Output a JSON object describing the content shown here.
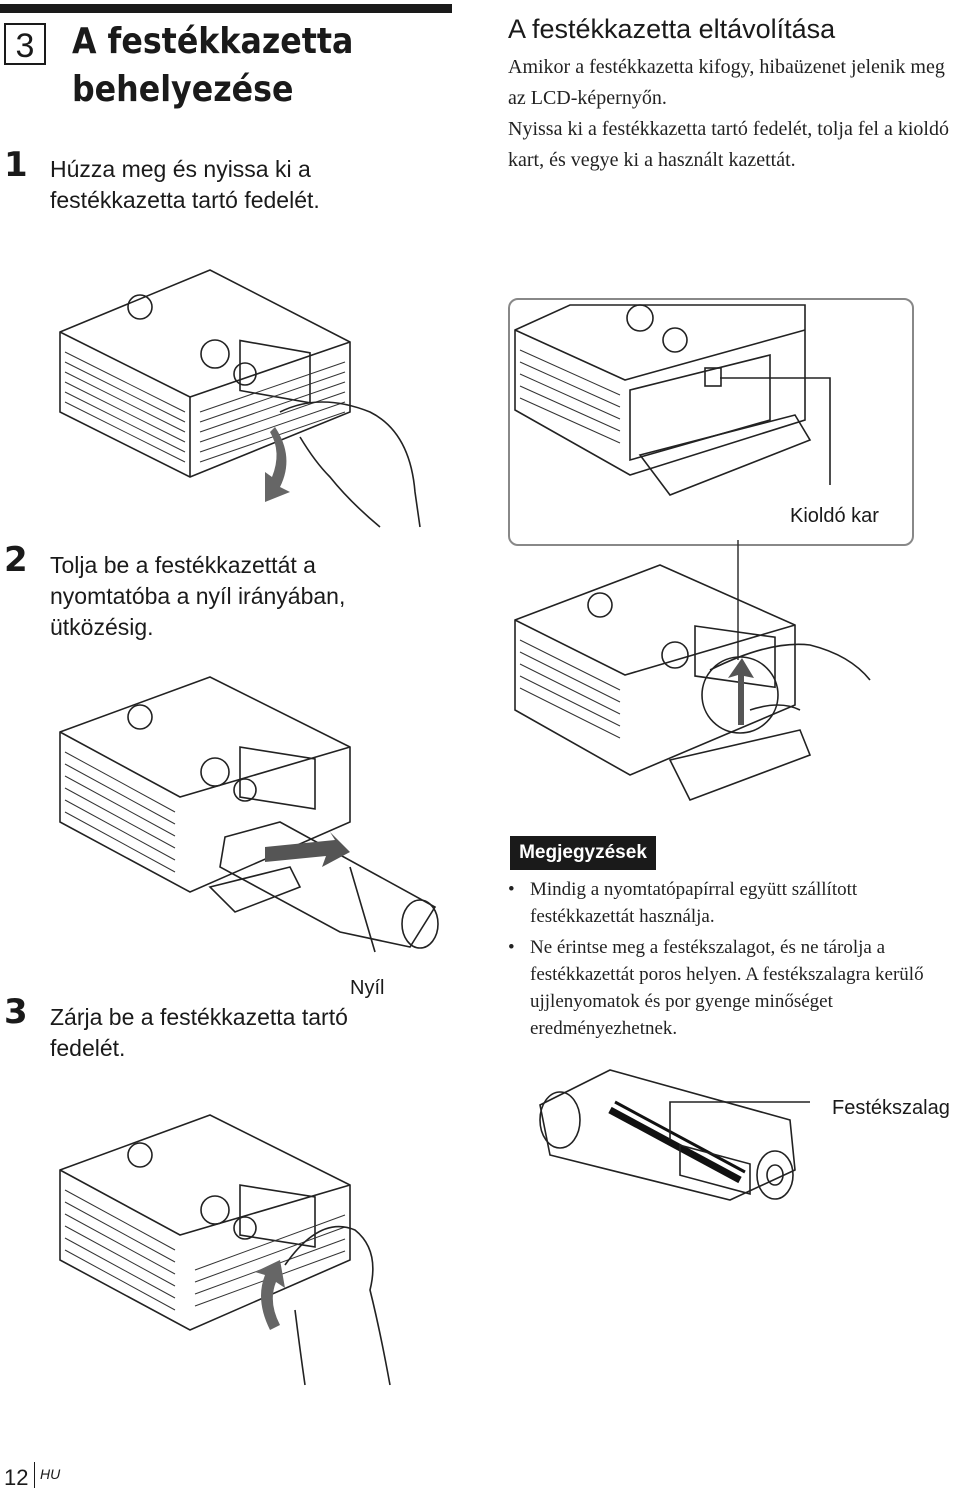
{
  "section": {
    "number": "3",
    "title": "A festékkazetta behelyezése"
  },
  "steps": [
    {
      "number": "1",
      "text": "Húzza meg és nyissa ki a festékkazetta tartó fedelét."
    },
    {
      "number": "2",
      "text": "Tolja be a festékkazettát a nyomtatóba a nyíl irányában, ütközésig."
    },
    {
      "number": "3",
      "text": "Zárja be a festékkazetta tartó fedelét."
    }
  ],
  "removal": {
    "title": "A festékkazetta eltávolítása",
    "paragraphs": [
      "Amikor a festékkazetta kifogy, hibaüzenet jelenik meg az LCD-képernyőn.",
      "Nyissa ki a festékkazetta tartó fedelét, tolja fel a kioldó kart, és vegye ki a használt kazettát."
    ]
  },
  "callouts": {
    "release_lever": "Kioldó kar",
    "arrow": "Nyíl",
    "ink_ribbon": "Festékszalag"
  },
  "notes": {
    "heading": "Megjegyzések",
    "items": [
      "Mindig a nyomtatópapírral együtt szállított festékkazettát használja.",
      "Ne érintse meg a festékszalagot, és ne tárolja a festékkazettát poros helyen. A festékszalagra kerülő ujjlenyomatok és por gyenge minőséget eredményezhetnek."
    ]
  },
  "footer": {
    "page_number": "12",
    "language": "HU"
  }
}
